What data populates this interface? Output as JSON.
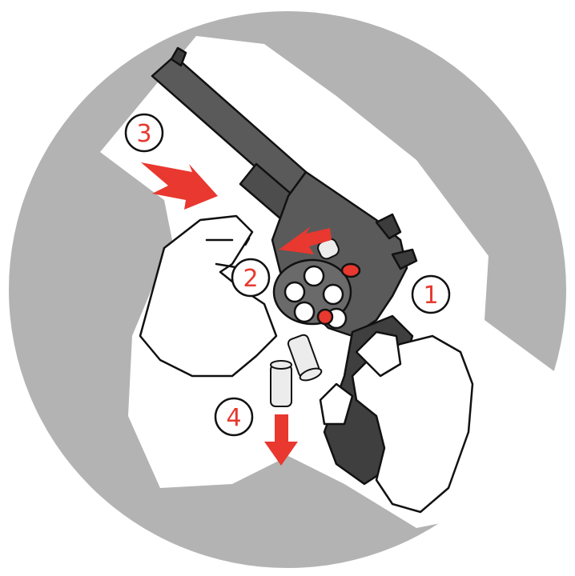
{
  "colors": {
    "circle_bg": "#b3b3b3",
    "panel": "#ffffff",
    "gun": "#5a5a5a",
    "gun_dark": "#3c3c3c",
    "outline": "#111111",
    "accent": "#e8382f"
  },
  "steps": [
    {
      "label": "1",
      "icon": "step-1-badge"
    },
    {
      "label": "2",
      "icon": "step-2-badge"
    },
    {
      "label": "3",
      "icon": "step-3-badge"
    },
    {
      "label": "4",
      "icon": "step-4-badge"
    }
  ],
  "illustration": {
    "subject_icon": "revolver-icon",
    "hands_icon": "hands-icon",
    "cartridge_icon": "cartridge-icon",
    "arrow_icons": [
      "arrow-step-2-icon",
      "arrow-step-3-icon",
      "arrow-step-4-icon"
    ]
  }
}
